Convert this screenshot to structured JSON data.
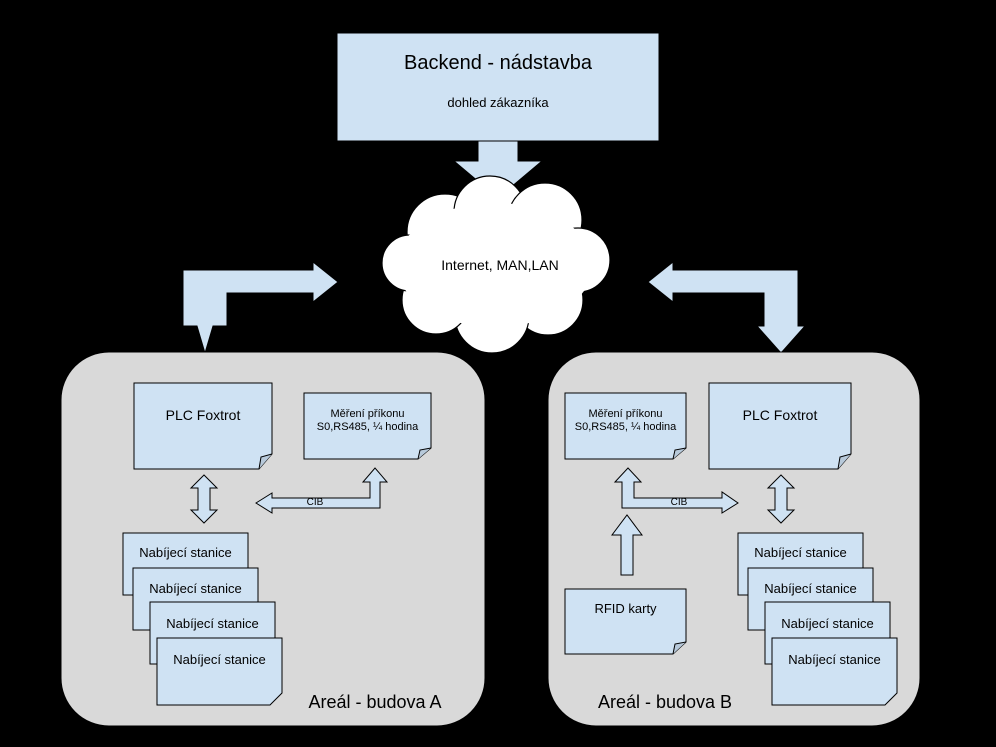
{
  "backend": {
    "title": "Backend - nádstavba",
    "subtitle": "dohled zákazníka"
  },
  "network": {
    "label": "Internet, MAN,LAN"
  },
  "building_a": {
    "label": "Areál - budova A",
    "plc": "PLC Foxtrot",
    "meter": "Měření příkonu S0,RS485, ¼ hodina",
    "bus": "CIB",
    "stations": [
      "Nabíjecí stanice",
      "Nabíjecí stanice",
      "Nabíjecí stanice",
      "Nabíjecí stanice"
    ]
  },
  "building_b": {
    "label": "Areál - budova B",
    "plc": "PLC Foxtrot",
    "meter": "Měření příkonu S0,RS485, ¼ hodina",
    "bus": "CIB",
    "rfid": "RFID karty",
    "stations": [
      "Nabíjecí stanice",
      "Nabíjecí stanice",
      "Nabíjecí stanice",
      "Nabíjecí stanice"
    ]
  },
  "colors": {
    "background": "#000000",
    "box_fill": "#cfe2f3",
    "area_fill": "#d9d9d9",
    "stroke": "#000000"
  }
}
